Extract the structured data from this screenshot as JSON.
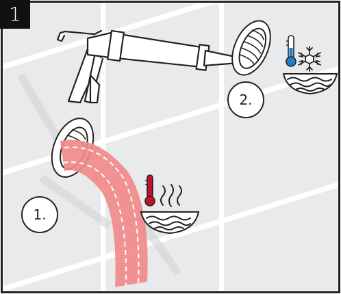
{
  "step": {
    "number": "1"
  },
  "callouts": [
    {
      "label": "1."
    },
    {
      "label": "2."
    }
  ],
  "icons": {
    "hot": "thermometer-hot-icon",
    "cold": "thermometer-cold-icon",
    "snowflake": "snowflake-icon",
    "steam": "steam-icon",
    "water_bowl": "water-bowl-icon"
  },
  "colors": {
    "background": "#e9eaeb",
    "grout": "#ffffff",
    "hose": "#f08a8a",
    "hot": "#c8102e",
    "cold": "#1d7fc4",
    "outline": "#222222"
  }
}
